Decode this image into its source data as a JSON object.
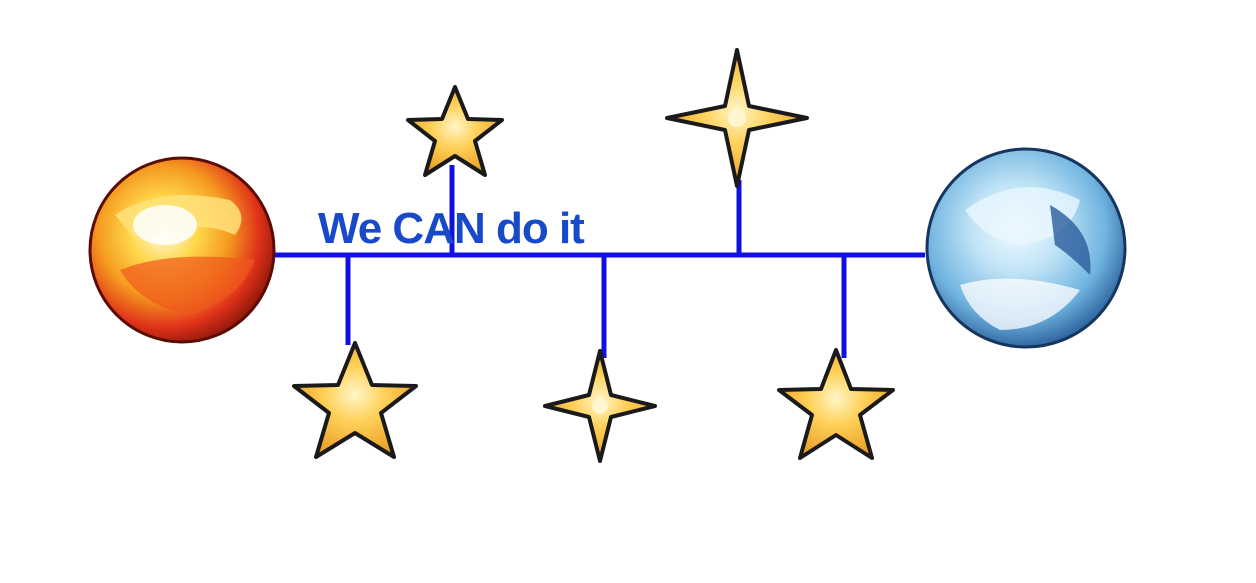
{
  "caption": "We CAN do it",
  "colors": {
    "connector": "#1010e0",
    "caption": "#1749c9",
    "star_gold": "#f6b73a",
    "star_highlight": "#fff1b0",
    "star_outline": "#1a1a1a",
    "left_planet": "#e8301c",
    "right_planet": "#8fc9ea"
  },
  "nodes": [
    {
      "id": "left-planet",
      "icon": "fire-planet-icon"
    },
    {
      "id": "right-planet",
      "icon": "ice-planet-icon"
    },
    {
      "id": "star-top-1",
      "icon": "star-icon"
    },
    {
      "id": "sparkle-top-2",
      "icon": "sparkle-icon"
    },
    {
      "id": "star-bottom-1",
      "icon": "star-icon"
    },
    {
      "id": "sparkle-bottom-2",
      "icon": "sparkle-icon"
    },
    {
      "id": "star-bottom-3",
      "icon": "star-icon"
    }
  ]
}
